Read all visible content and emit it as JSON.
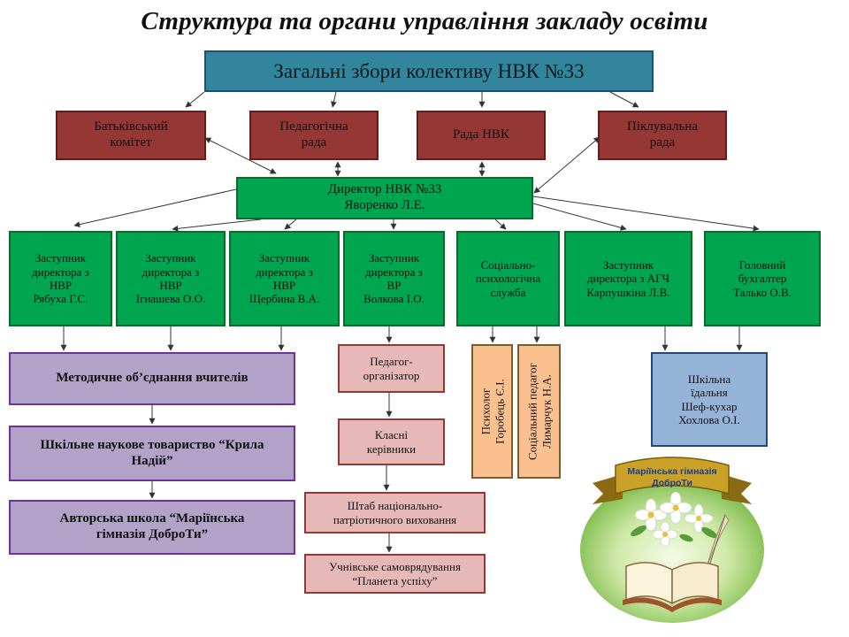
{
  "title": "Структура та органи управління закладу освіти",
  "top": "Загальні збори колективу НВК №33",
  "councils": [
    "Батьківський\nкомітет",
    "Педагогічна\nрада",
    "Рада НВК",
    "Піклувальна\nрада"
  ],
  "director": "Директор НВК №33\nЯворенко Л.Е.",
  "deputies": [
    "Заступник\nдиректора з\nНВР\nРябуха Г.С.",
    "Заступник\nдиректора з\nНВР\nІгнашева О.О.",
    "Заступник\nдиректора з\nНВР\nЩербина В.А.",
    "Заступник\nдиректора з\nВР\nВолкова І.О.",
    "Соціально-\nпсихологічна\nслужба",
    "Заступник\nдиректора з АГЧ\nКарпушкіна Л.В.",
    "Головний\nбухгалтер\nТалько О.В."
  ],
  "methodical": [
    "Методичне об’єднання вчителів",
    "Шкільне наукове товариство “Крила\nНадій”",
    "Авторська школа “Маріїнська\nгімназія ДоброТи”"
  ],
  "upbringing": [
    "Педагог-\nорганізатор",
    "Класні\nкерівники",
    "Штаб національно-\nпатріотичного виховання",
    "Учнівське самоврядування\n“Планета успіху”"
  ],
  "psych": [
    "Психолог\nГоробець Є.І.",
    "Соціальний педагог\nЛимарчук Н.А."
  ],
  "canteen": "Шкільна\nїдальня\nШеф-кухар\nХохлова О.І.",
  "logo": {
    "ribbon_text": "Маріїнська гімназія\nДоброТи",
    "icon": "book-quill-flowers-emblem"
  },
  "colors": {
    "top": "#31859c",
    "council": "#953735",
    "management": "#00a550",
    "methodical": "#b3a2c7",
    "upbringing": "#e6b9b8",
    "psych": "#fac090",
    "canteen": "#95b3d7"
  }
}
